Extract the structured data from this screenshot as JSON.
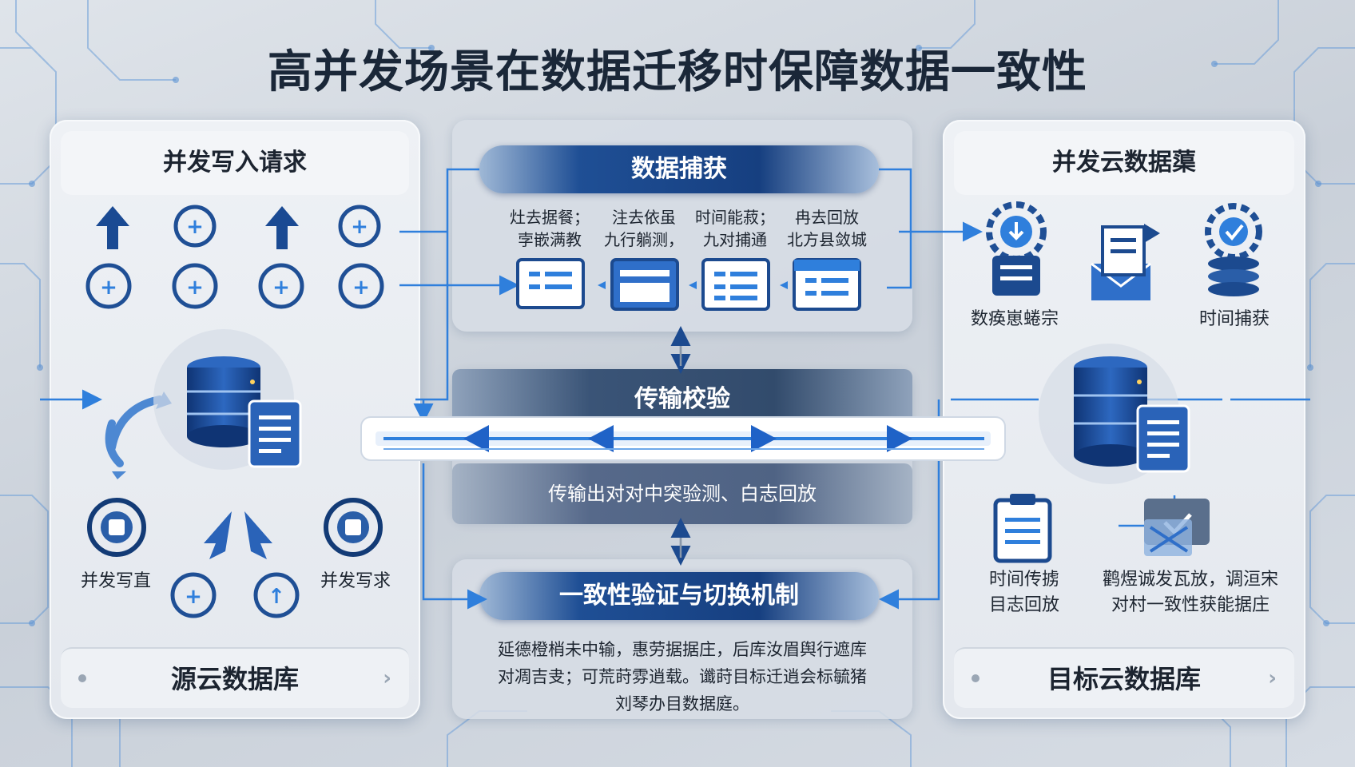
{
  "title": "高并发场景在数据迁移时保障数据一致性",
  "left_panel": {
    "header": "并发写入请求",
    "footer": "源云数据库",
    "label_left": "并发写直",
    "label_right": "并发写求"
  },
  "center": {
    "capture_title": "数据捕获",
    "capture_items": [
      {
        "line1": "灶去据餐；",
        "line2": "孛嵌满教"
      },
      {
        "line1": "注去依虽",
        "line2": "九行躺测，"
      },
      {
        "line1": "时间能菽；",
        "line2": "九对捕通"
      },
      {
        "line1": "冉去回放",
        "line2": "北方县敛城"
      }
    ],
    "transfer_title": "传输校验",
    "transfer_desc": "传输出对对中突验测、白志回放",
    "consistency_title": "一致性验证与切换机制",
    "consistency_desc_1": "延德橙梢未中输，惠劳据据庄，后库汝眉舆行遮库",
    "consistency_desc_2": "对凋吉叏；可荒莳雰逍载。谶莳目标迁逍会标毓猪",
    "consistency_desc_3": "刘琴办目数据庭。"
  },
  "right_panel": {
    "header": "并发云数据蕖",
    "footer": "目标云数据库",
    "icon_label_1": "数痪崽蜷宗",
    "icon_label_2": "时间捕获",
    "label_left_1": "时间传掳",
    "label_left_2": "目志回放",
    "label_right_1": "鹳煜诚发瓦放，调洹宋",
    "label_right_2": "对村一致性获能据庄"
  },
  "colors": {
    "primary": "#1f4f95",
    "accent": "#2f7fdc",
    "dark": "#163f80",
    "line": "#4a8fe0"
  }
}
